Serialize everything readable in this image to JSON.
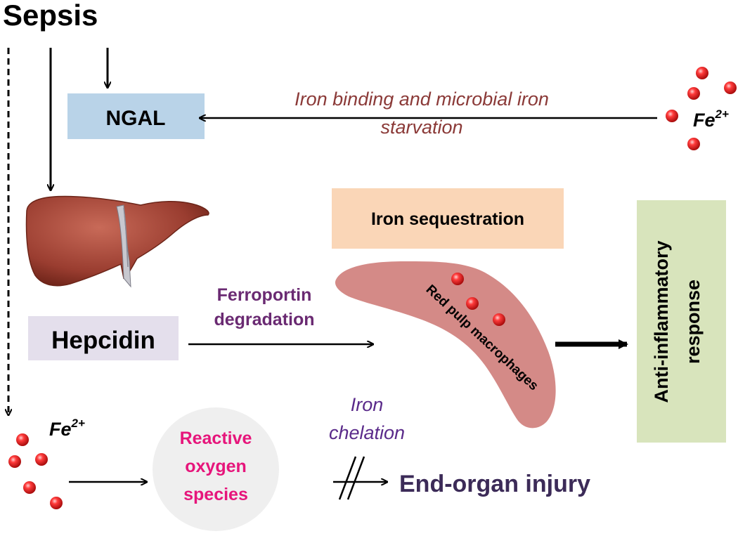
{
  "title": "Sepsis",
  "nodes": {
    "ngal": {
      "label": "NGAL",
      "fill": "#b9d3e8"
    },
    "hepcidin": {
      "label": "Hepcidin",
      "fill": "#e4dfec"
    },
    "iron_sequestration": {
      "label": "Iron sequestration",
      "fill": "#fad6b7"
    },
    "anti_inflammatory_line1": "Anti-inflammatory",
    "anti_inflammatory_line2": "response",
    "anti_inflammatory_fill": "#d8e4bc",
    "red_pulp": {
      "label": "Red pulp macrophages",
      "fill": "#d48a87"
    },
    "ros_line1": "Reactive",
    "ros_line2": "oxygen",
    "ros_line3": "species",
    "ros_fill": "#efefef",
    "ros_color": "#e6157b",
    "end_organ": "End-organ injury",
    "end_organ_color": "#3c2b58"
  },
  "edges": {
    "iron_binding_line1": "Iron binding and microbial iron",
    "iron_binding_line2": "starvation",
    "iron_binding_color": "#8b3a38",
    "ferroportin_line1": "Ferroportin",
    "ferroportin_line2": "degradation",
    "ferroportin_color": "#6a2a72",
    "iron_chelation_line1": "Iron",
    "iron_chelation_line2": "chelation",
    "iron_chelation_color": "#5a2a8a"
  },
  "iron_label_top": {
    "symbol": "Fe",
    "superscript": "2+"
  },
  "iron_label_bottom": {
    "symbol": "Fe",
    "superscript": "2+"
  },
  "colors": {
    "arrow": "#000000",
    "iron_particle": "#e52b2b",
    "liver": "#a5463a",
    "liver_dark": "#7a2c22"
  },
  "icons": [
    "liver-illustration",
    "iron-particle",
    "spleen-shape"
  ]
}
